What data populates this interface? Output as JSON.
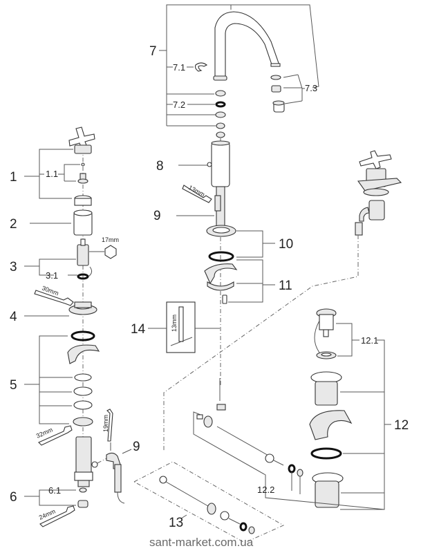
{
  "diagram": {
    "title": "Exploded view – three-hole basin mixer with cross handles",
    "labels": {
      "p1": "1",
      "p1_1": "1.1",
      "p2": "2",
      "p3": "3",
      "p3_1": "3.1",
      "p4": "4",
      "p5": "5",
      "p6": "6",
      "p6_1": "6.1",
      "p7": "7",
      "p7_1": "7.1",
      "p7_2": "7.2",
      "p7_3": "7.3",
      "p8": "8",
      "p9a": "9",
      "p9b": "9",
      "p10": "10",
      "p11": "11",
      "p12": "12",
      "p12_1": "12.1",
      "p12_2": "12.2",
      "p13": "13",
      "p14": "14"
    },
    "tool_sizes": {
      "hex": "17mm",
      "wrench_30": "30mm",
      "wrench_32": "32mm",
      "wrench_24": "24mm",
      "wrench_19": "19mm",
      "wrench_13": "13mm",
      "tool_14": "13mm"
    },
    "watermark": "sant-market.com.ua"
  }
}
